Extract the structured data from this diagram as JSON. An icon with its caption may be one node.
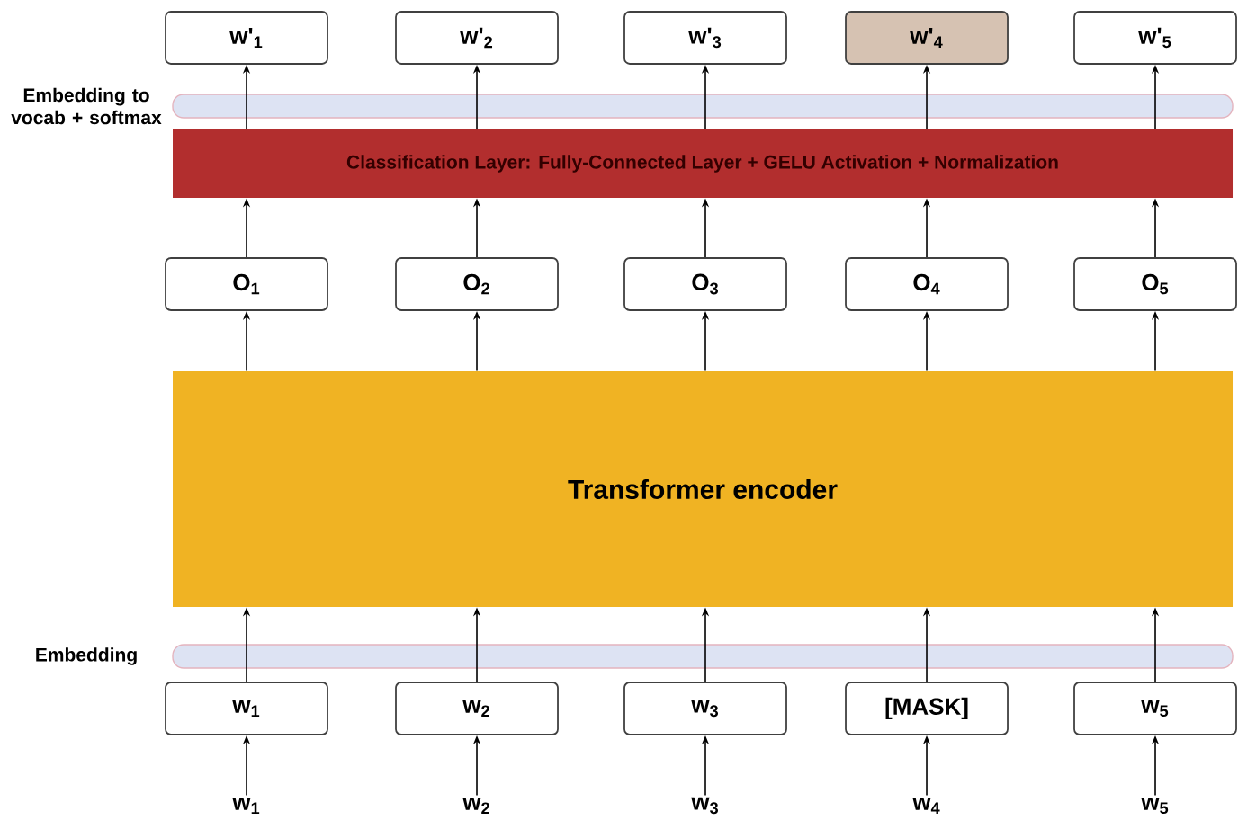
{
  "diagram": {
    "nodes": [
      {
        "text": [
          "w'$_{1}$"
        ]
      },
      {
        "text": [
          "w'$_{2}$"
        ]
      },
      {
        "text": [
          "w'$_{3}$"
        ]
      },
      {
        "text": [
          "w'$_{4}$"
        ]
      },
      {
        "text": [
          "w'$_{5}$"
        ]
      },
      {
        "text": [
          "Embedding to vocab + softmax"
        ]
      },
      {
        "text": [
          "Classification Layer: Fully-Connected Layer + GELU Activation + Normalization"
        ]
      },
      {
        "text": [
          "O$_{1}$"
        ]
      },
      {
        "text": [
          "O$_{2}$"
        ]
      },
      {
        "text": [
          "O$_{3}$"
        ]
      },
      {
        "text": [
          "O$_{4}$"
        ]
      },
      {
        "text": [
          "O$_{5}$"
        ]
      },
      {
        "text": [
          "Transformer encoder"
        ]
      },
      {
        "text": [
          "Embedding"
        ]
      },
      {
        "text": [
          "w$_{1}$"
        ]
      },
      {
        "text": [
          "w$_{2}$"
        ]
      },
      {
        "text": [
          "w$_{3}$"
        ]
      },
      {
        "text": [
          "[MASK]"
        ]
      },
      {
        "text": [
          "w$_{5}$"
        ]
      },
      {
        "text": [
          "w$_{1}$"
        ]
      },
      {
        "text": [
          "w$_{2}$"
        ]
      },
      {
        "text": [
          "w$_{3}$"
        ]
      },
      {
        "text": [
          "w$_{4}$"
        ]
      },
      {
        "text": [
          "w$_{5}$"
        ]
      }
    ],
    "edges": [
      {
        "from": 19,
        "to": 14,
        "arrow": "to"
      },
      {
        "from": 20,
        "to": 15,
        "arrow": "to"
      },
      {
        "from": 21,
        "to": 16,
        "arrow": "to"
      },
      {
        "from": 22,
        "to": 17,
        "arrow": "to"
      },
      {
        "from": 23,
        "to": 18,
        "arrow": "to"
      },
      {
        "from": 14,
        "to": 12,
        "arrow": "to"
      },
      {
        "from": 15,
        "to": 12,
        "arrow": "to"
      },
      {
        "from": 16,
        "to": 12,
        "arrow": "to"
      },
      {
        "from": 17,
        "to": 12,
        "arrow": "to"
      },
      {
        "from": 18,
        "to": 12,
        "arrow": "to"
      },
      {
        "from": 12,
        "to": 7,
        "arrow": "to"
      },
      {
        "from": 12,
        "to": 8,
        "arrow": "to"
      },
      {
        "from": 12,
        "to": 9,
        "arrow": "to"
      },
      {
        "from": 12,
        "to": 10,
        "arrow": "to"
      },
      {
        "from": 12,
        "to": 11,
        "arrow": "to"
      },
      {
        "from": 7,
        "to": 6,
        "arrow": "to"
      },
      {
        "from": 8,
        "to": 6,
        "arrow": "to"
      },
      {
        "from": 9,
        "to": 6,
        "arrow": "to"
      },
      {
        "from": 10,
        "to": 6,
        "arrow": "to"
      },
      {
        "from": 11,
        "to": 6,
        "arrow": "to"
      },
      {
        "from": 6,
        "to": 0,
        "arrow": "to"
      },
      {
        "from": 6,
        "to": 1,
        "arrow": "to"
      },
      {
        "from": 6,
        "to": 2,
        "arrow": "to"
      },
      {
        "from": 6,
        "to": 3,
        "arrow": "to"
      },
      {
        "from": 6,
        "to": 4,
        "arrow": "to"
      }
    ]
  }
}
